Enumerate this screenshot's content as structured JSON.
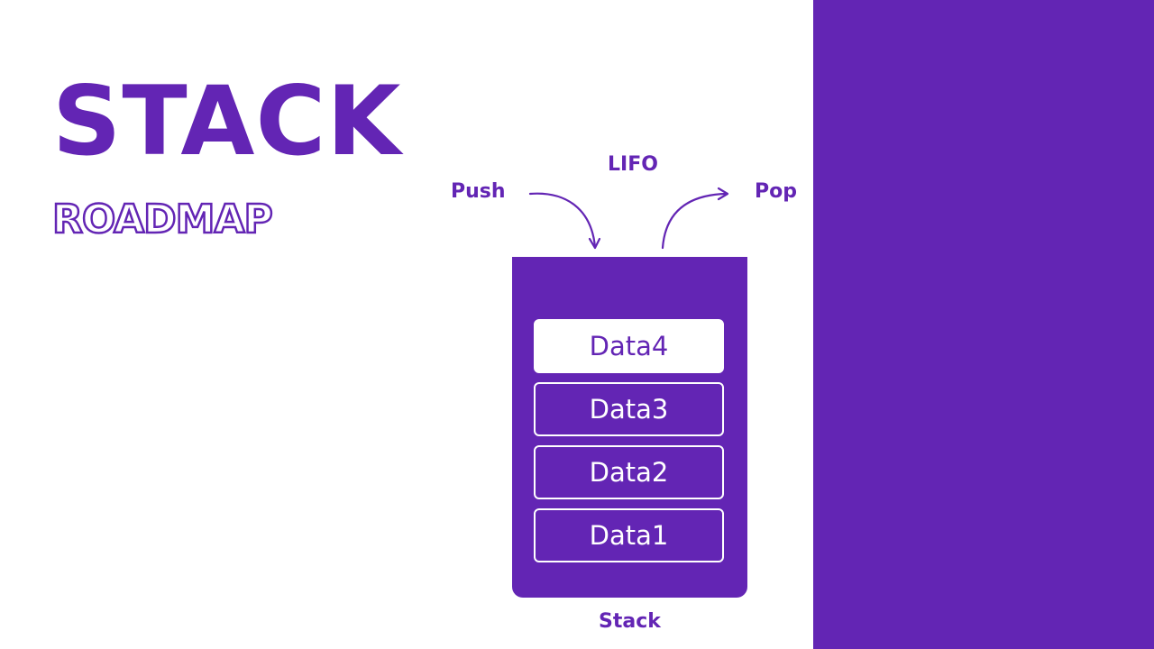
{
  "title": "STACK",
  "subtitle": "ROADMAP",
  "labels": {
    "push": "Push",
    "pop": "Pop",
    "lifo": "LIFO",
    "stack": "Stack"
  },
  "stack_items": [
    "Data4",
    "Data3",
    "Data2",
    "Data1"
  ],
  "colors": {
    "accent": "#6325b4",
    "background": "#ffffff",
    "item_text_on_white": "#6325b4",
    "item_text_on_accent": "#ffffff"
  },
  "icons": {
    "push_arrow": "curved-arrow-down-icon",
    "pop_arrow": "curved-arrow-up-icon"
  }
}
